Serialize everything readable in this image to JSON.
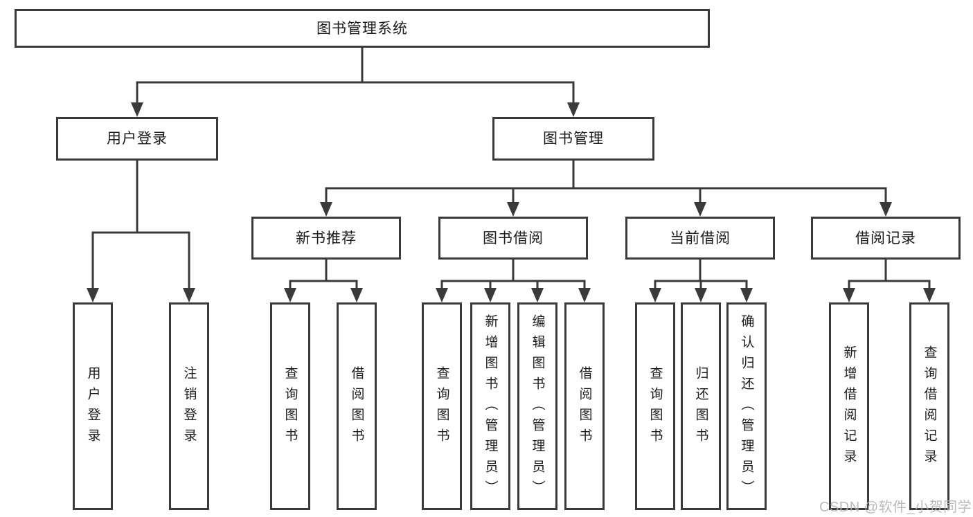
{
  "diagram": {
    "root": {
      "label": "图书管理系统"
    },
    "branches": [
      {
        "label": "用户登录",
        "children": [
          {
            "label": "用户登录"
          },
          {
            "label": "注销登录"
          }
        ]
      },
      {
        "label": "图书管理",
        "children": [
          {
            "label": "新书推荐",
            "children": [
              {
                "label": "查询图书"
              },
              {
                "label": "借阅图书"
              }
            ]
          },
          {
            "label": "图书借阅",
            "children": [
              {
                "label": "查询图书"
              },
              {
                "label": "新增图书（管理员）"
              },
              {
                "label": "编辑图书（管理员）"
              },
              {
                "label": "借阅图书"
              }
            ]
          },
          {
            "label": "当前借阅",
            "children": [
              {
                "label": "查询图书"
              },
              {
                "label": "归还图书"
              },
              {
                "label": "确认归还（管理员）"
              }
            ]
          },
          {
            "label": "借阅记录",
            "children": [
              {
                "label": "新增借阅记录"
              },
              {
                "label": "查询借阅记录"
              }
            ]
          }
        ]
      }
    ]
  },
  "watermark": {
    "text": "CSDN @软件_小贺同学"
  },
  "colors": {
    "line": "#3a3a3a",
    "box_border": "#3a3a3a",
    "text": "#1c1c1c",
    "background": "#ffffff",
    "watermark": "#b4b4b4"
  }
}
